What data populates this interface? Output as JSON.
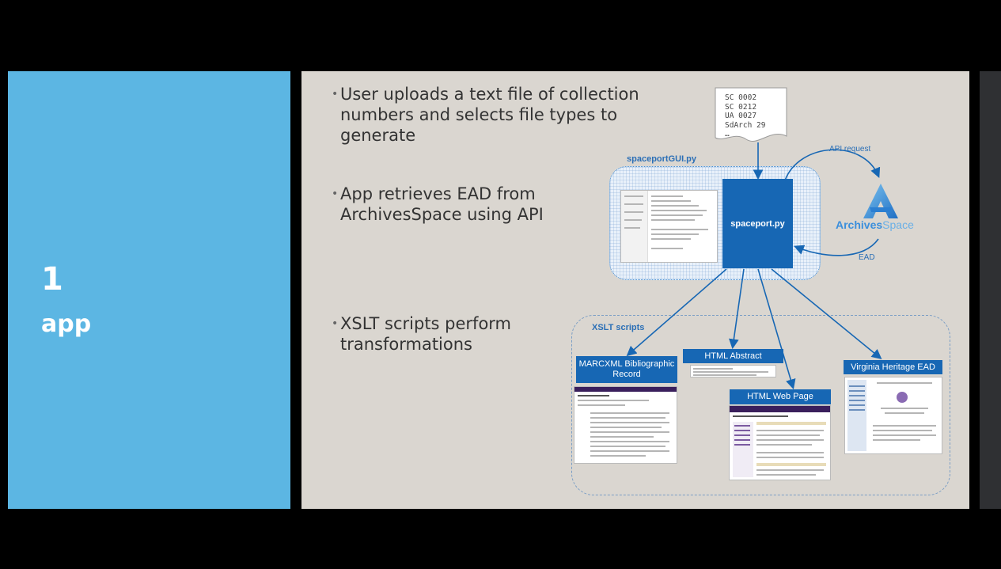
{
  "sidebar": {
    "number": "1",
    "title": "app"
  },
  "bullets": [
    {
      "lines": [
        "User uploads a text file of collection",
        "numbers and selects file types to",
        "generate"
      ]
    },
    {
      "lines": [
        "App retrieves EAD from",
        "ArchivesSpace using API"
      ]
    },
    {
      "lines": [
        "XSLT scripts perform",
        "transformations"
      ]
    }
  ],
  "diagram": {
    "input_file_text": "SC 0002\nSC 0212\nUA 0027\nSdArch 29\n…",
    "gui_label": "spaceportGUI.py",
    "app_label": "spaceport.py",
    "api_request_label": "API request",
    "ead_label": "EAD",
    "archivesspace": {
      "part1": "Archives",
      "part2": "Space"
    },
    "xslt_label": "XSLT scripts",
    "outputs": {
      "marcxml": "MARCXML Bibliographic Record",
      "html_abstract": "HTML Abstract",
      "html_web_page": "HTML Web Page",
      "va_heritage": "Virginia Heritage EAD"
    }
  },
  "colors": {
    "accent": "#5cb6e3",
    "box_blue": "#1767b4",
    "slide_bg": "#dad6d0"
  }
}
